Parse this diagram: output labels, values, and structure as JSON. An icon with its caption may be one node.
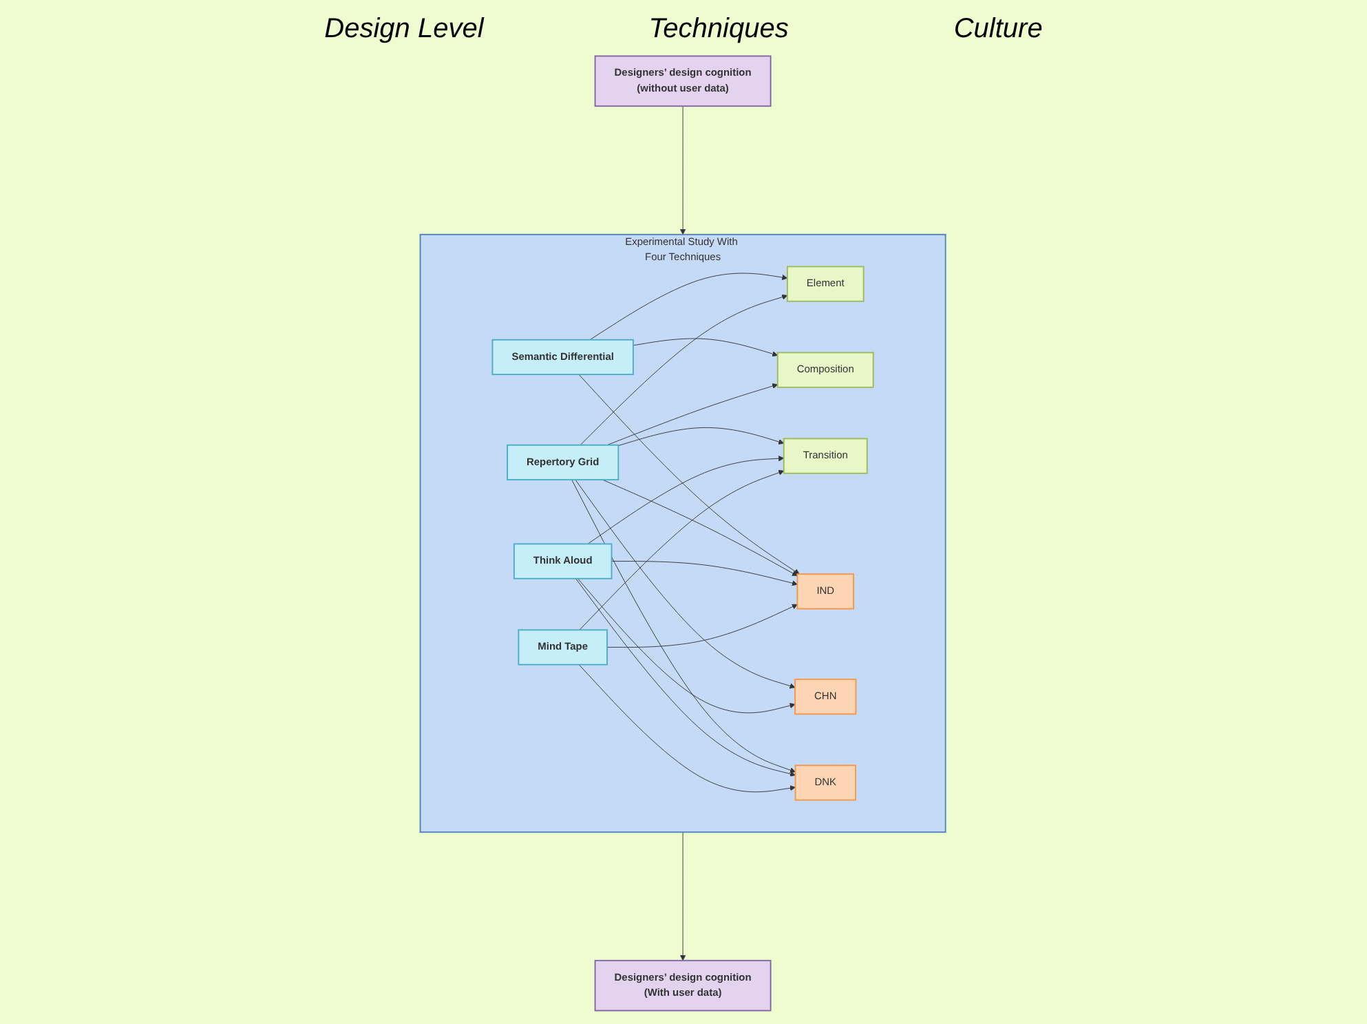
{
  "diagram": {
    "nodes": [
      {
        "text": [
          "Designers’ design cognition",
          "(without user data)"
        ]
      },
      {
        "text": [
          "Experimental Study With Four Techniques"
        ]
      },
      {
        "text": [
          "Element"
        ],
        "in": 1
      },
      {
        "text": [
          "Composition"
        ],
        "in": 1
      },
      {
        "text": [
          "Transition"
        ],
        "in": 1
      },
      {
        "text": [
          "Semantic Differential"
        ],
        "in": 1
      },
      {
        "text": [
          "Repertory Grid"
        ],
        "in": 1
      },
      {
        "text": [
          "Think Aloud"
        ],
        "in": 1
      },
      {
        "text": [
          "Mind Tape"
        ],
        "in": 1
      },
      {
        "text": [
          "IND"
        ],
        "in": 1
      },
      {
        "text": [
          "CHN"
        ],
        "in": 1
      },
      {
        "text": [
          "DNK"
        ],
        "in": 1
      },
      {
        "text": [
          "Designers’ design cognition",
          "(With user data)"
        ]
      }
    ],
    "edges": [
      {
        "from": 0,
        "to": 1,
        "arrow": "to"
      },
      {
        "from": 5,
        "to": 2,
        "arrow": "to"
      },
      {
        "from": 5,
        "to": 3,
        "arrow": "to"
      },
      {
        "from": 6,
        "to": 2,
        "arrow": "to"
      },
      {
        "from": 6,
        "to": 3,
        "arrow": "to"
      },
      {
        "from": 6,
        "to": 4,
        "arrow": "to"
      },
      {
        "from": 7,
        "to": 4,
        "arrow": "to"
      },
      {
        "from": 8,
        "to": 4,
        "arrow": "to"
      },
      {
        "from": 5,
        "to": 9,
        "arrow": "to"
      },
      {
        "from": 6,
        "to": 9,
        "arrow": "to"
      },
      {
        "from": 6,
        "to": 10,
        "arrow": "to"
      },
      {
        "from": 6,
        "to": 11,
        "arrow": "to"
      },
      {
        "from": 7,
        "to": 9,
        "arrow": "to"
      },
      {
        "from": 7,
        "to": 10,
        "arrow": "to"
      },
      {
        "from": 7,
        "to": 11,
        "arrow": "to"
      },
      {
        "from": 8,
        "to": 9,
        "arrow": "to"
      },
      {
        "from": 8,
        "to": 11,
        "arrow": "to"
      },
      {
        "from": 1,
        "to": 12,
        "arrow": "to"
      }
    ],
    "labels": [
      "Design Level",
      "Techniques",
      "Culture"
    ]
  }
}
